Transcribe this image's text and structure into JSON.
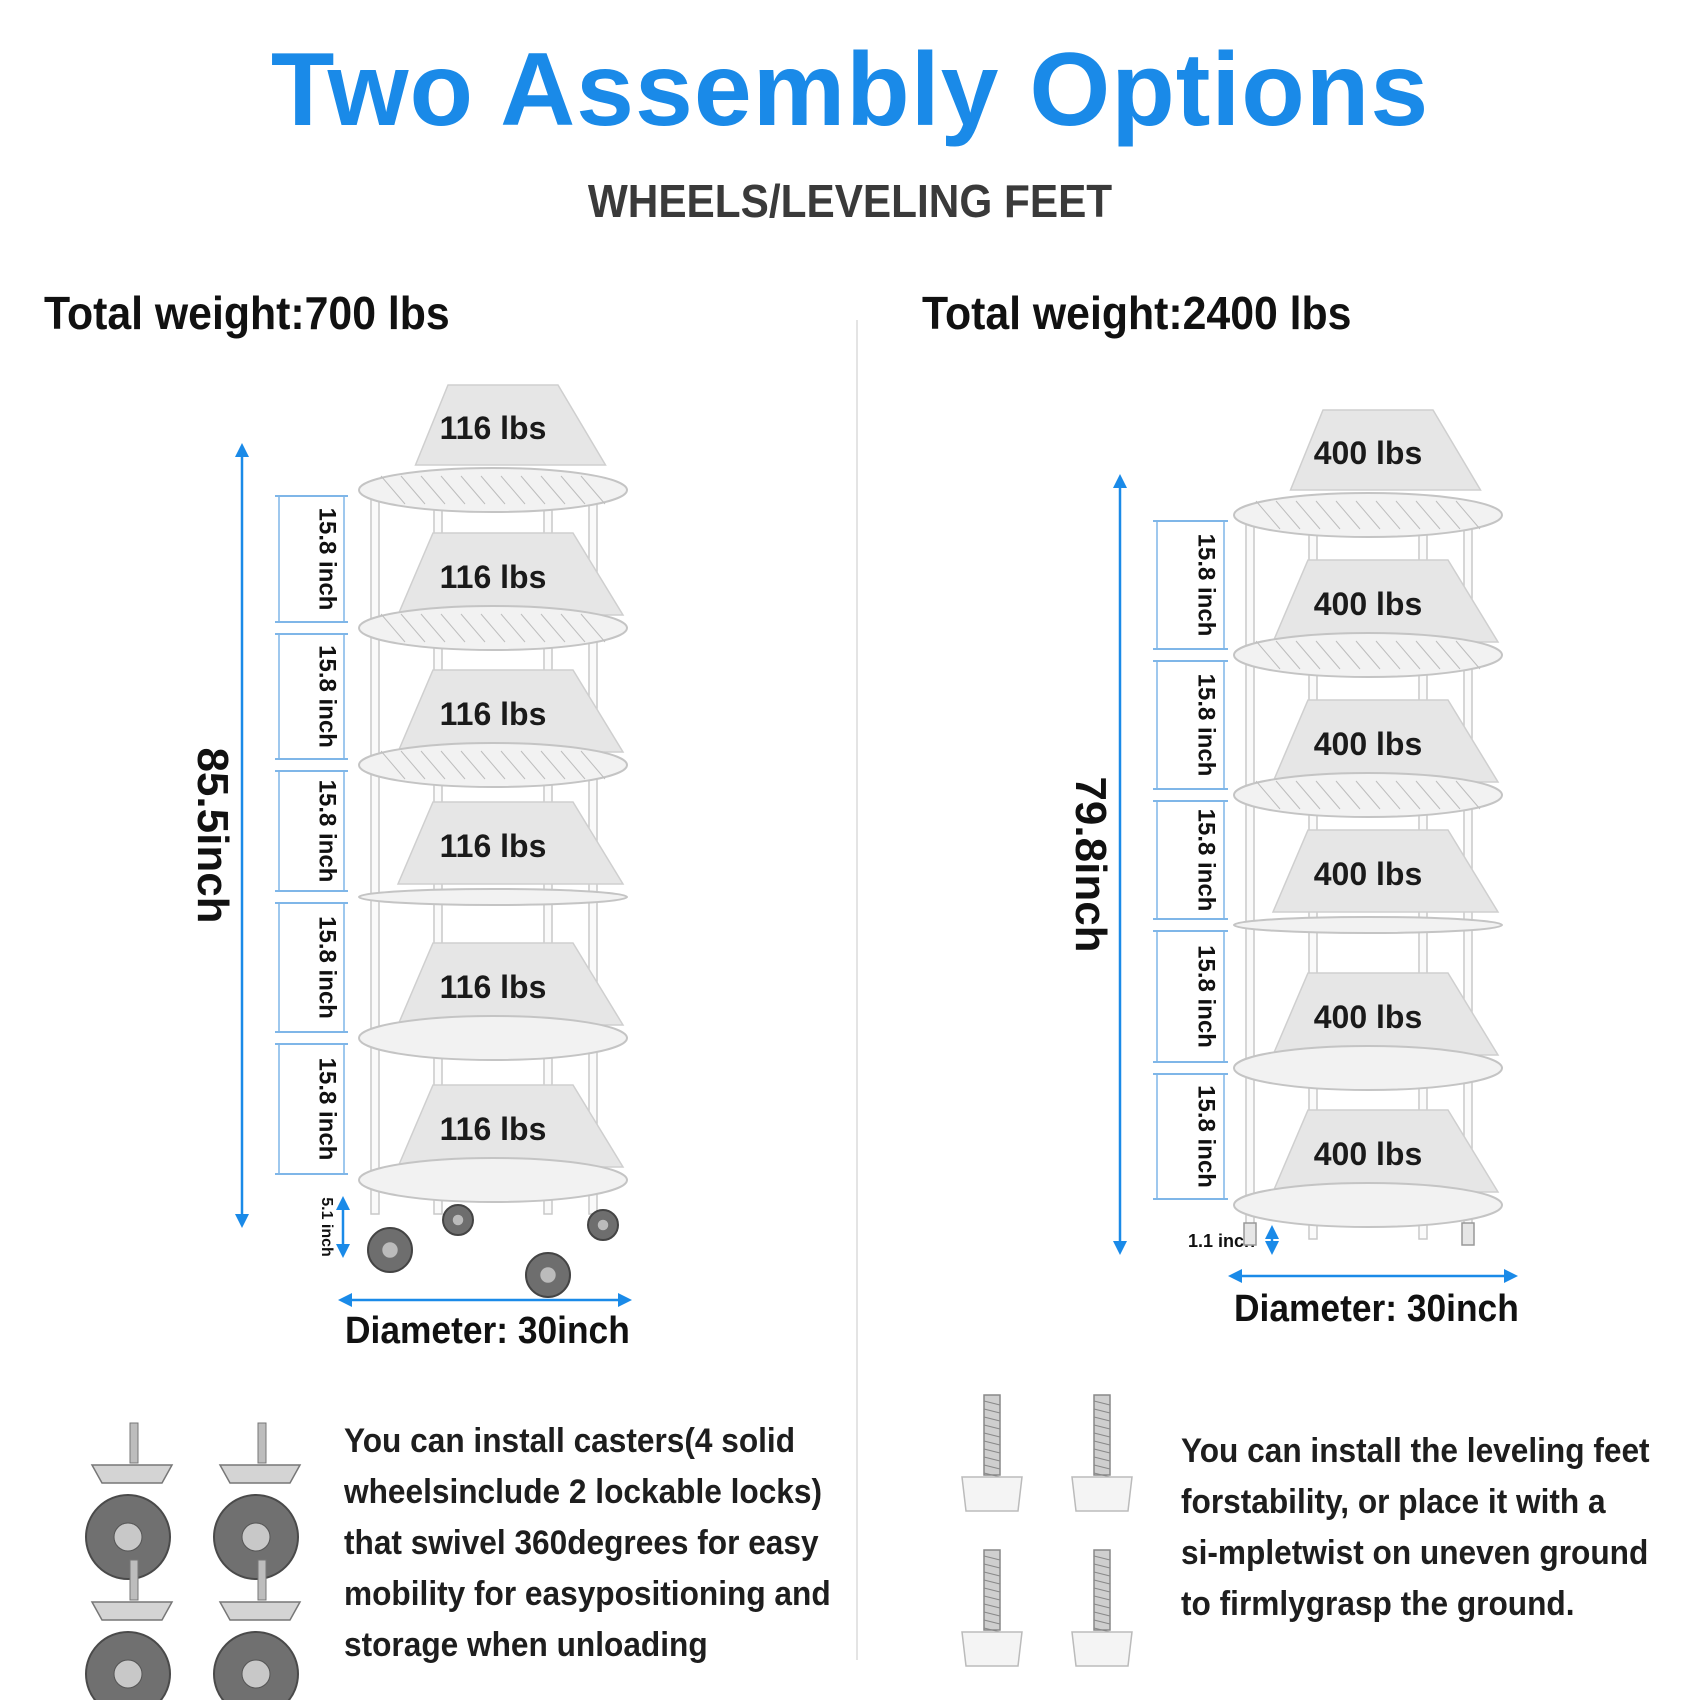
{
  "header": {
    "title": "Two Assembly Options",
    "subtitle": "WHEELS/LEVELING FEET"
  },
  "colors": {
    "accent": "#1a8ae8",
    "text": "#111111",
    "shelf": "#f2f2f2",
    "box": "#e6e6e6"
  },
  "left": {
    "total_weight": "Total weight:700 lbs",
    "height_label": "85.5inch",
    "spacing_labels": [
      "15.8 inch",
      "15.8 inch",
      "15.8 inch",
      "15.8 inch",
      "15.8 inch"
    ],
    "bottom_label": "5.1 inch",
    "shelf_loads": [
      "116 lbs",
      "116 lbs",
      "116 lbs",
      "116 lbs",
      "116 lbs",
      "116 lbs"
    ],
    "diameter": "Diameter: 30inch",
    "description": [
      "You can install casters(4 solid",
      "wheelsinclude 2 lockable locks)",
      "that swivel 360degrees for easy",
      "mobility for easypositioning and",
      "storage when unloading"
    ],
    "accessory_icon": "caster-wheel-icon"
  },
  "right": {
    "total_weight": "Total weight:2400 lbs",
    "height_label": "79.8inch",
    "spacing_labels": [
      "15.8 inch",
      "15.8 inch",
      "15.8 inch",
      "15.8 inch",
      "15.8 inch"
    ],
    "bottom_label": "1.1 inch",
    "shelf_loads": [
      "400 lbs",
      "400 lbs",
      "400 lbs",
      "400 lbs",
      "400 lbs",
      "400 lbs"
    ],
    "diameter": "Diameter: 30inch",
    "description": [
      "You can install the leveling feet",
      "forstability, or place it with a",
      "si-mpletwist on uneven ground",
      "to firmlygrasp the ground."
    ],
    "accessory_icon": "leveling-foot-icon"
  }
}
